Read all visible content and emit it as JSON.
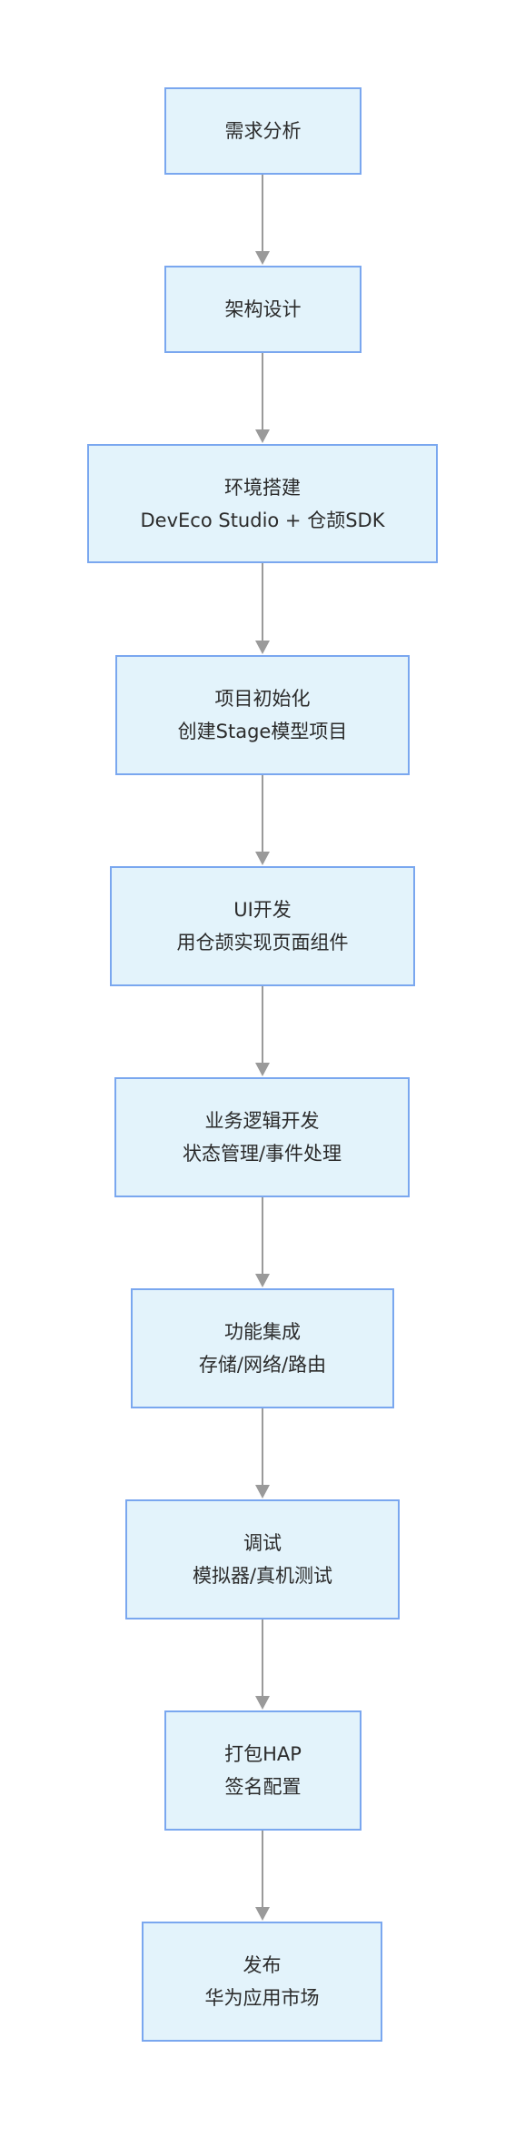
{
  "flow": {
    "steps": [
      {
        "lines": [
          "需求分析"
        ]
      },
      {
        "lines": [
          "架构设计"
        ]
      },
      {
        "lines": [
          "环境搭建",
          "DevEco Studio + 仓颉SDK"
        ]
      },
      {
        "lines": [
          "项目初始化",
          "创建Stage模型项目"
        ]
      },
      {
        "lines": [
          "UI开发",
          "用仓颉实现页面组件"
        ]
      },
      {
        "lines": [
          "业务逻辑开发",
          "状态管理/事件处理"
        ]
      },
      {
        "lines": [
          "功能集成",
          "存储/网络/路由"
        ]
      },
      {
        "lines": [
          "调试",
          "模拟器/真机测试"
        ]
      },
      {
        "lines": [
          "打包HAP",
          "签名配置"
        ]
      },
      {
        "lines": [
          "发布",
          "华为应用市场"
        ]
      }
    ]
  },
  "colors": {
    "node_fill": "#e3f3fb",
    "node_border": "#7aa7ef",
    "edge": "#9a9a9a",
    "text": "#2b2b2b"
  }
}
